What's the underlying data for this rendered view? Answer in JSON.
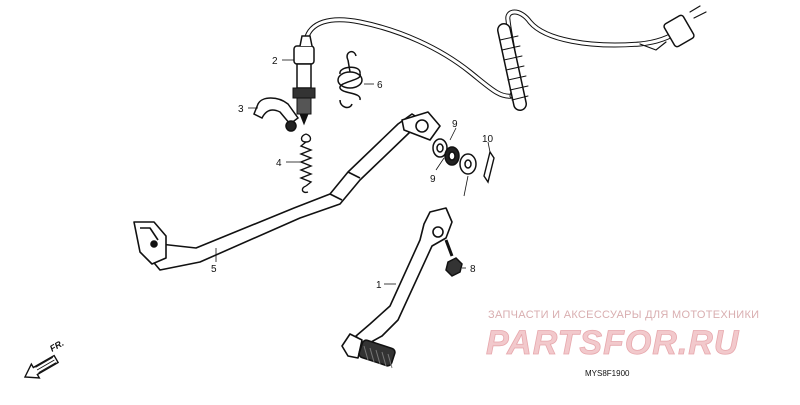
{
  "diagram": {
    "callouts": [
      {
        "id": "callout-2",
        "text": "2"
      },
      {
        "id": "callout-3",
        "text": "3"
      },
      {
        "id": "callout-4",
        "text": "4"
      },
      {
        "id": "callout-5",
        "text": "5"
      },
      {
        "id": "callout-6",
        "text": "6"
      },
      {
        "id": "callout-9a",
        "text": "9"
      },
      {
        "id": "callout-9b",
        "text": "9"
      },
      {
        "id": "callout-10",
        "text": "10"
      },
      {
        "id": "callout-8",
        "text": "8"
      },
      {
        "id": "callout-1",
        "text": "1"
      }
    ],
    "diagram_code": "MYS8F1900",
    "front_indicator": "FR."
  },
  "watermark": {
    "line1": "ЗАПЧАСТИ И АКСЕССУАРЫ ДЛЯ МОТОТЕХНИКИ",
    "line2": "PARTSFOR.RU",
    "color": "#f2c9cc"
  }
}
